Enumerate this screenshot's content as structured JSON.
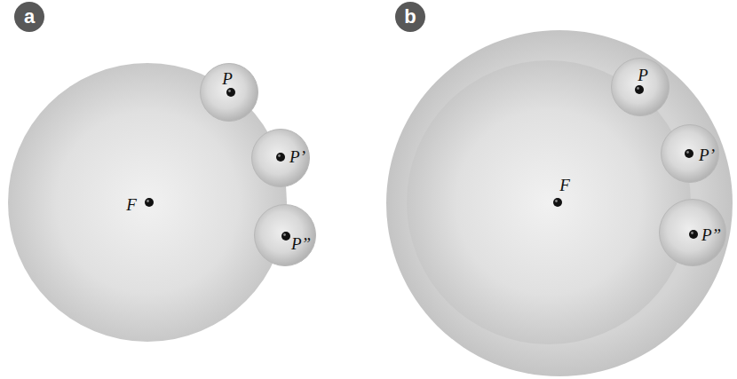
{
  "diagram": {
    "nodes": [
      {
        "text": [
          "a"
        ]
      },
      {
        "text": [
          "F"
        ]
      },
      {
        "text": [
          "P"
        ]
      },
      {
        "text": [
          "P’"
        ]
      },
      {
        "text": [
          "P”"
        ]
      },
      {
        "text": [
          "b"
        ]
      },
      {
        "text": [
          "F"
        ]
      },
      {
        "text": [
          "P"
        ]
      },
      {
        "text": [
          "P’"
        ]
      },
      {
        "text": [
          "P”"
        ]
      }
    ]
  }
}
